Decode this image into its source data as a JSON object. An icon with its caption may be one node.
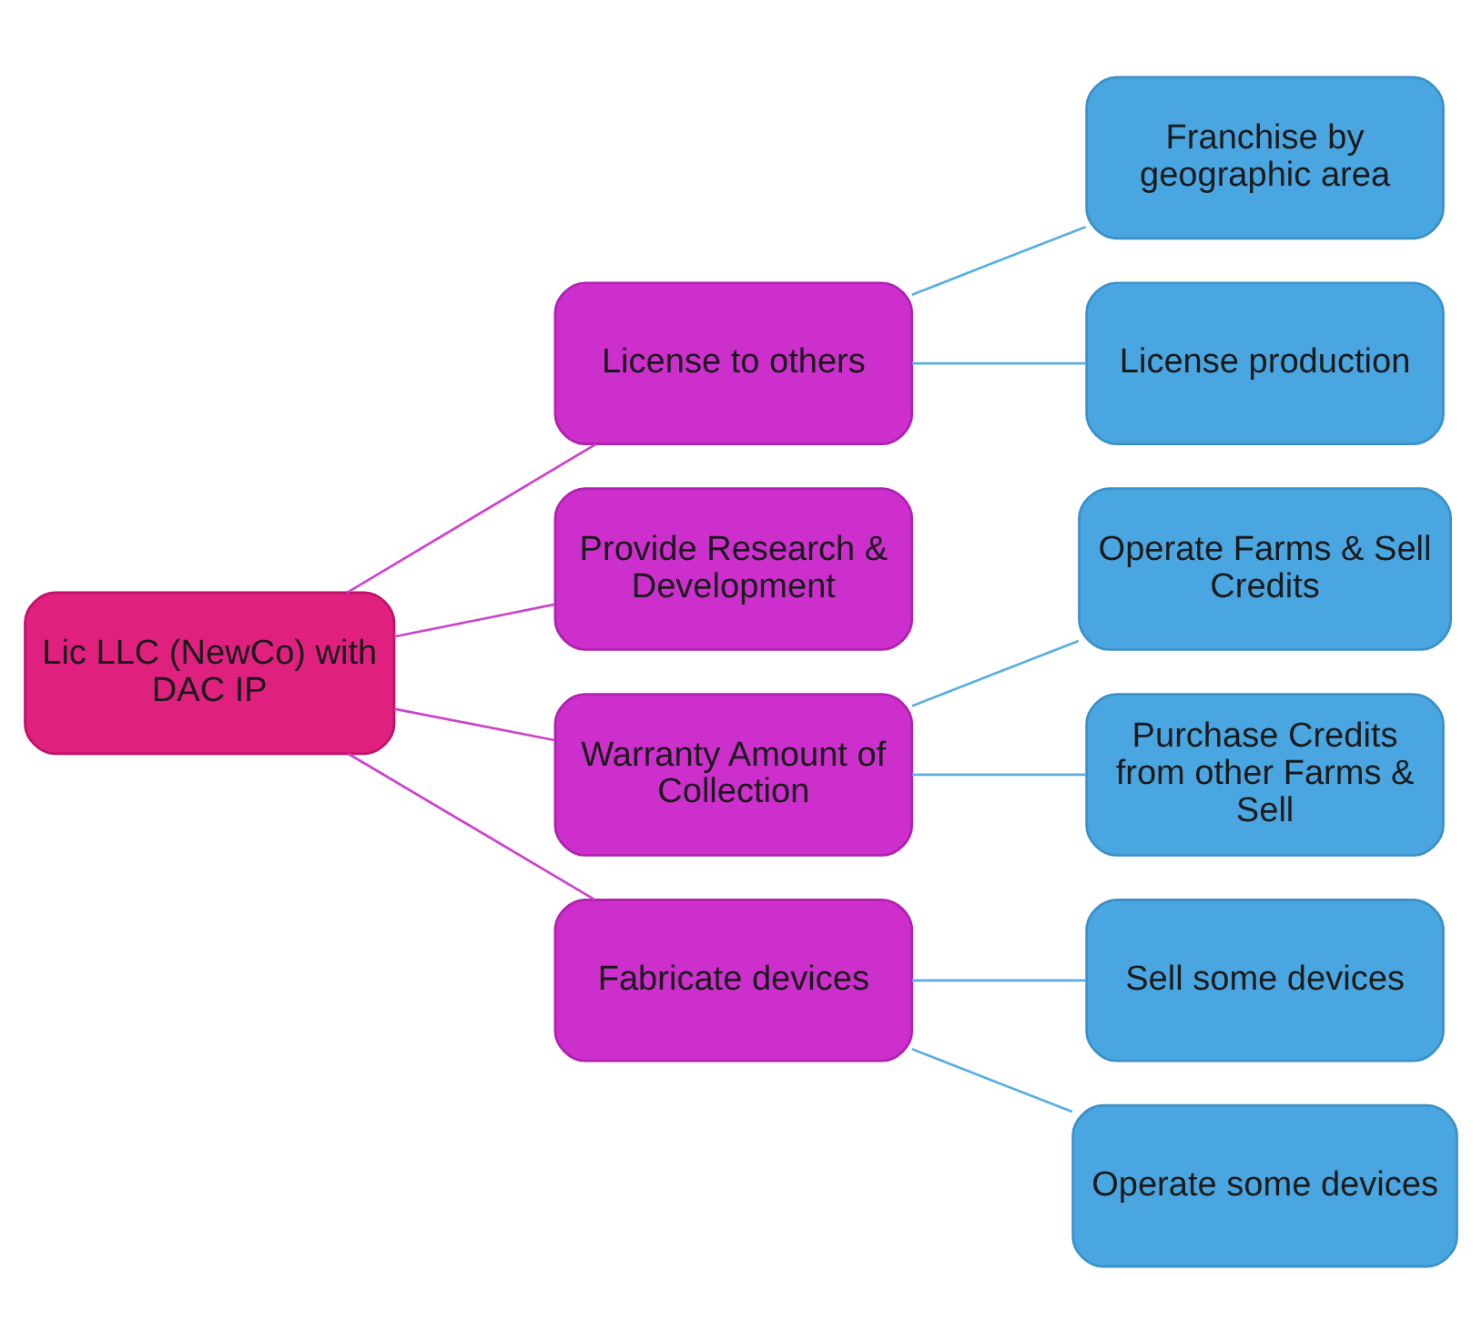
{
  "diagram": {
    "nodes": [
      {
        "text": [
          "Lic LLC (NewCo) with DAC IP"
        ]
      },
      {
        "text": [
          "License to others"
        ]
      },
      {
        "text": [
          "Provide Research & Development"
        ]
      },
      {
        "text": [
          "Warranty Amount of Collection"
        ]
      },
      {
        "text": [
          "Fabricate devices"
        ]
      },
      {
        "text": [
          "Franchise by geographic area"
        ]
      },
      {
        "text": [
          "License production"
        ]
      },
      {
        "text": [
          "Operate Farms & Sell Credits"
        ]
      },
      {
        "text": [
          "Purchase Credits from other Farms & Sell"
        ]
      },
      {
        "text": [
          "Sell some devices"
        ]
      },
      {
        "text": [
          "Operate some devices"
        ]
      }
    ],
    "edges": [
      {
        "from": 0,
        "to": 1,
        "arrow": "none",
        "color": "#cc44cc"
      },
      {
        "from": 0,
        "to": 2,
        "arrow": "none",
        "color": "#cc44cc"
      },
      {
        "from": 0,
        "to": 3,
        "arrow": "none",
        "color": "#cc44cc"
      },
      {
        "from": 0,
        "to": 4,
        "arrow": "none",
        "color": "#cc44cc"
      },
      {
        "from": 1,
        "to": 5,
        "arrow": "none"
      },
      {
        "from": 1,
        "to": 6,
        "arrow": "none"
      },
      {
        "from": 3,
        "to": 7,
        "arrow": "none"
      },
      {
        "from": 3,
        "to": 8,
        "arrow": "none"
      },
      {
        "from": 4,
        "to": 9,
        "arrow": "none"
      },
      {
        "from": 4,
        "to": 10,
        "arrow": "none"
      }
    ]
  }
}
